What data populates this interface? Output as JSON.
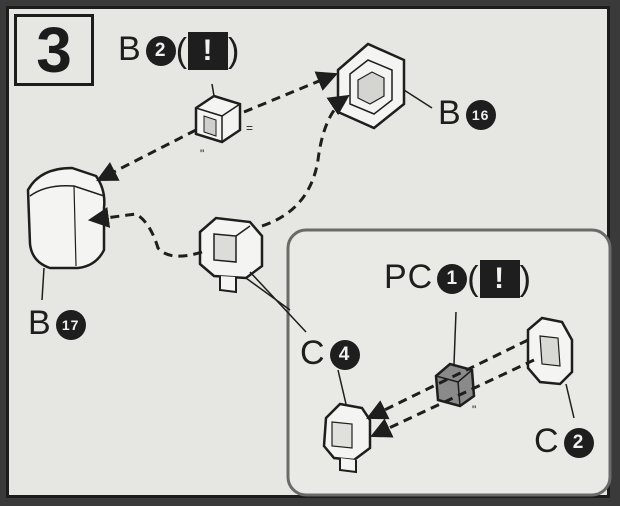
{
  "step": {
    "number": "3"
  },
  "labels": {
    "b2": {
      "letter": "B",
      "num": "2",
      "warn": "!",
      "open": "(",
      "close": ")"
    },
    "b16": {
      "letter": "B",
      "num": "16"
    },
    "b17": {
      "letter": "B",
      "num": "17"
    },
    "pc1": {
      "letter": "PC",
      "num": "1",
      "warn": "!",
      "open": "(",
      "close": ")"
    },
    "c4": {
      "letter": "C",
      "num": "4"
    },
    "c2": {
      "letter": "C",
      "num": "2"
    }
  },
  "colors": {
    "background": "#e6e6e2",
    "ink": "#1e1e1e",
    "part_fill": "#f4f4f2",
    "highlight_part": "#8a8a8a"
  }
}
